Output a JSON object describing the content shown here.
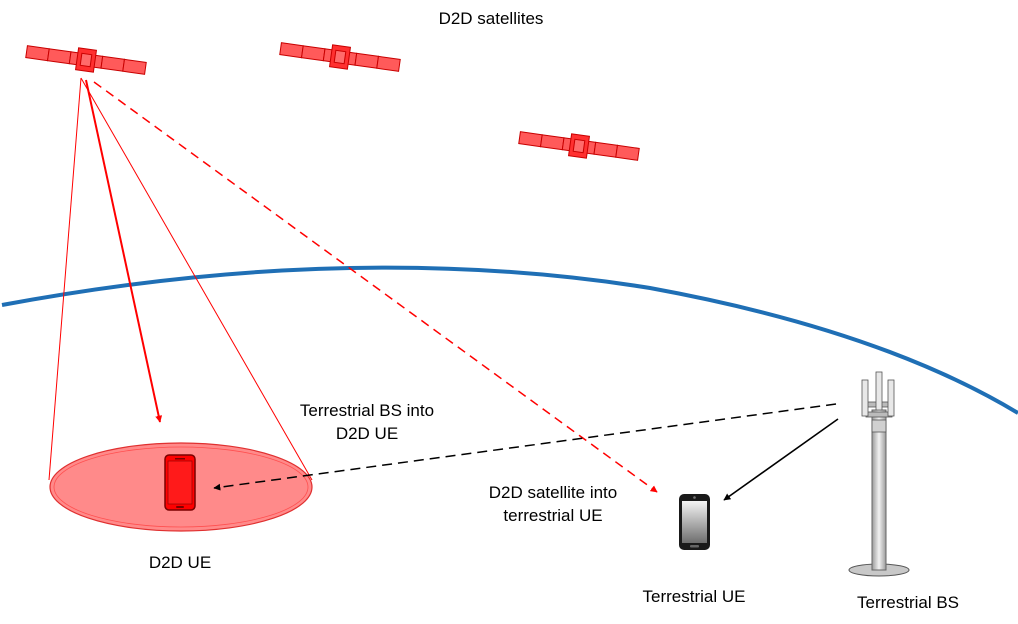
{
  "labels": {
    "satellites": "D2D satellites",
    "d2d_ue": "D2D UE",
    "terrestrial_ue": "Terrestrial UE",
    "terrestrial_bs": "Terrestrial BS",
    "bs_into_ue_line1": "Terrestrial BS into",
    "bs_into_ue_line2": "D2D UE",
    "sat_into_ue_line1": "D2D satellite into",
    "sat_into_ue_line2": "terrestrial UE"
  },
  "colors": {
    "satellite": "#ff5555",
    "satellite_outline": "#c80000",
    "earth_curve": "#1f6fb5",
    "interference_red": "#ff0000",
    "coverage_fill": "#ff8a8a",
    "phone_red": "#ff0000",
    "black": "#000000"
  },
  "icons": [
    "satellite-icon",
    "phone-icon",
    "cell-tower-icon"
  ]
}
